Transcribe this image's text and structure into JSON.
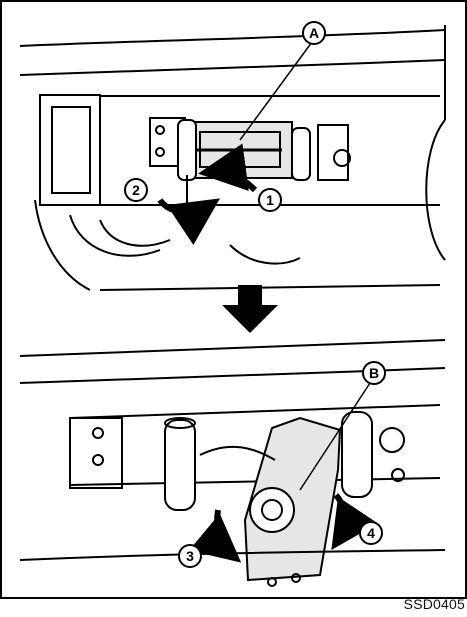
{
  "callouts": {
    "a": "A",
    "b": "B"
  },
  "steps": {
    "step1": "1",
    "step2": "2",
    "step3": "3",
    "step4": "4"
  },
  "figure_code": "SSD0405"
}
